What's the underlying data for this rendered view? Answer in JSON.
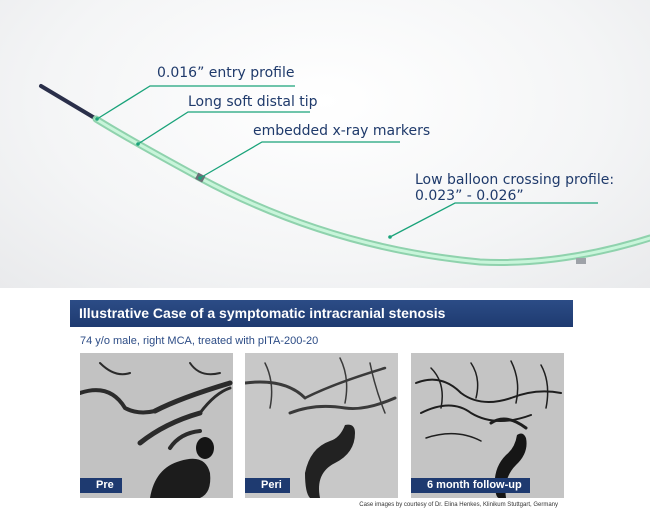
{
  "callouts": {
    "entry_profile": "0.016” entry profile",
    "soft_tip": "Long soft distal tip",
    "xray_markers": "embedded x-ray markers",
    "crossing_profile_line1": "Low balloon crossing profile:",
    "crossing_profile_line2": "0.023” - 0.026”"
  },
  "case": {
    "title": "Illustrative Case of a symptomatic intracranial stenosis",
    "subtitle": "74 y/o male, right MCA, treated with pITA-200-20",
    "panels": [
      {
        "label": "Pre"
      },
      {
        "label": "Peri"
      },
      {
        "label": "6 month follow-up"
      }
    ],
    "credit": "Case images by courtesy of Dr. Elina Henkes, Klinikum Stuttgart, Germany"
  },
  "colors": {
    "catheter": "#a9e8c4",
    "leader_line": "#1aa37a",
    "callout_text": "#1f3a6b",
    "banner": "#1e3a70"
  }
}
